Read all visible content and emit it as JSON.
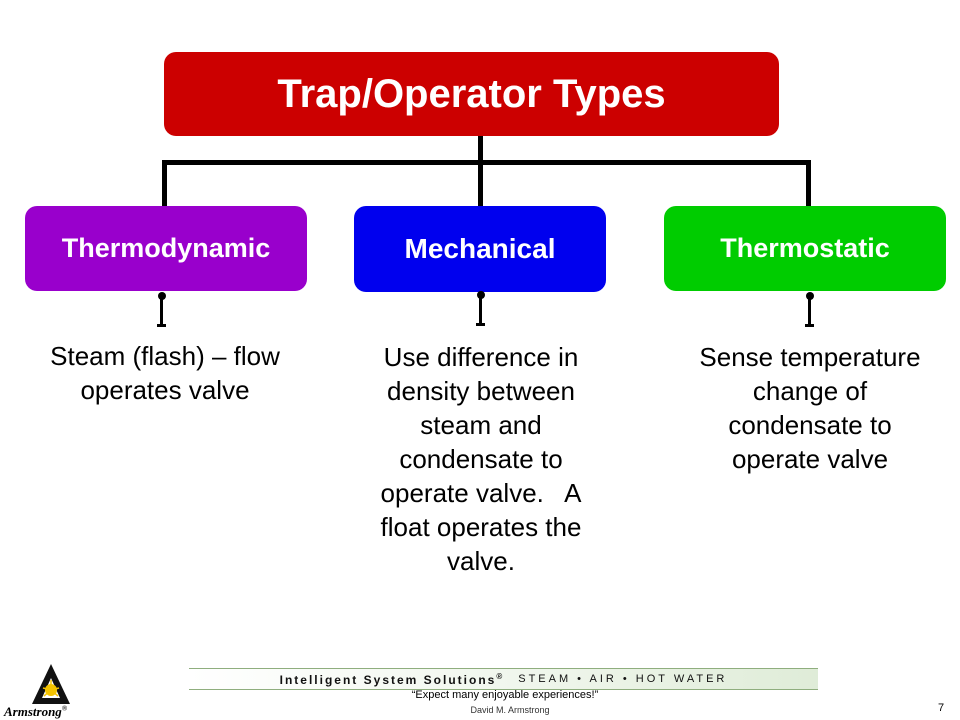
{
  "root": {
    "label": "Trap/Operator Types",
    "color": "#cc0000"
  },
  "children": [
    {
      "label": "Thermodynamic",
      "color": "#9900cc",
      "description": "Steam (flash) – flow operates valve"
    },
    {
      "label": "Mechanical",
      "color": "#0000ee",
      "description": "Use difference in density between steam and condensate to operate valve.   A float operates the valve."
    },
    {
      "label": "Thermostatic",
      "color": "#00cc00",
      "description": "Sense temperature change of condensate to operate valve"
    }
  ],
  "footer": {
    "brand": "Intelligent System Solutions",
    "brand_mark": "®",
    "tagline": "STEAM • AIR • HOT WATER",
    "quote": "“Expect many enjoyable experiences!”",
    "author": "David M. Armstrong",
    "page_number": "7",
    "logo_text": "Armstrong",
    "logo_mark": "®"
  }
}
